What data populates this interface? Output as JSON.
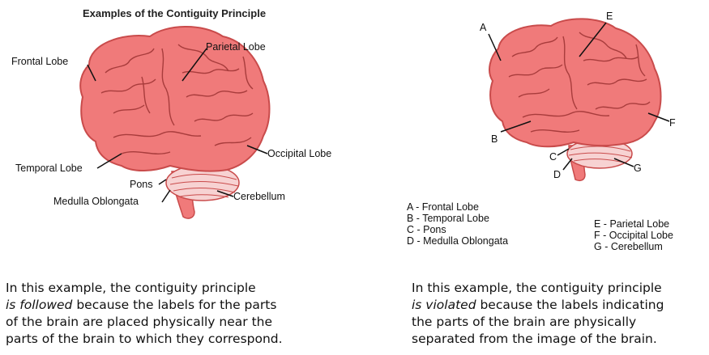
{
  "title": "Examples of the Contiguity Principle",
  "colors": {
    "brain": "#f07a7a",
    "brain_outline": "#c94b4b",
    "gyri": "#a83c3c",
    "cerebellum": "#f7d2d2"
  },
  "left_figure": {
    "labels": {
      "frontal": "Frontal Lobe",
      "parietal": "Parietal Lobe",
      "temporal": "Temporal Lobe",
      "occipital": "Occipital Lobe",
      "pons": "Pons",
      "medulla": "Medulla Oblongata",
      "cerebellum": "Cerebellum"
    }
  },
  "right_figure": {
    "letters": {
      "a": "A",
      "b": "B",
      "c": "C",
      "d": "D",
      "e": "E",
      "f": "F",
      "g": "G"
    },
    "key_left": [
      "A - Frontal Lobe",
      "B - Temporal Lobe",
      "C - Pons",
      "D - Medulla Oblongata"
    ],
    "key_right": [
      "E - Parietal Lobe",
      "F - Occipital Lobe",
      "G - Cerebellum"
    ]
  },
  "captions": {
    "left": {
      "line1": "In this example, the contiguity principle",
      "line2_em": "is followed",
      "line2_rest": " because the labels for the parts",
      "line3": "of the brain are placed physically near the",
      "line4": "parts of the brain to which they correspond."
    },
    "right": {
      "line1": "In this example, the contiguity principle",
      "line2_em": "is violated",
      "line2_rest": " because the labels indicating",
      "line3": "the parts of the brain are physically",
      "line4": "separated from the image of the brain."
    }
  }
}
